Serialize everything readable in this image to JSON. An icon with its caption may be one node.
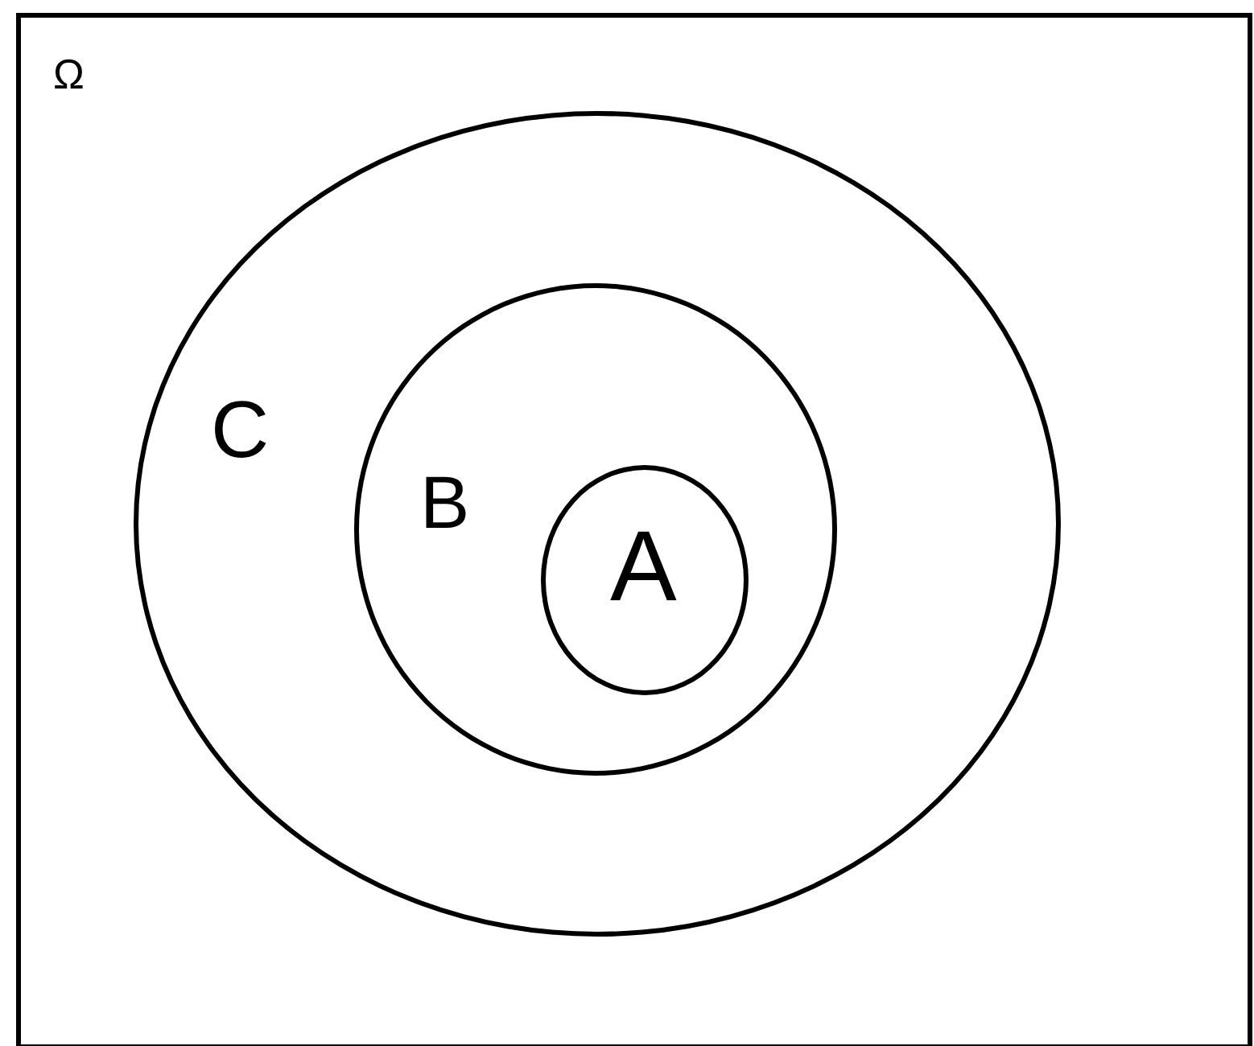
{
  "diagram": {
    "nodes": [
      {
        "text": [
          "Ω"
        ]
      },
      {
        "text": [
          "C"
        ],
        "in": 0
      },
      {
        "text": [
          "B"
        ],
        "in": 1
      },
      {
        "text": [
          "A"
        ],
        "in": 2
      }
    ]
  }
}
